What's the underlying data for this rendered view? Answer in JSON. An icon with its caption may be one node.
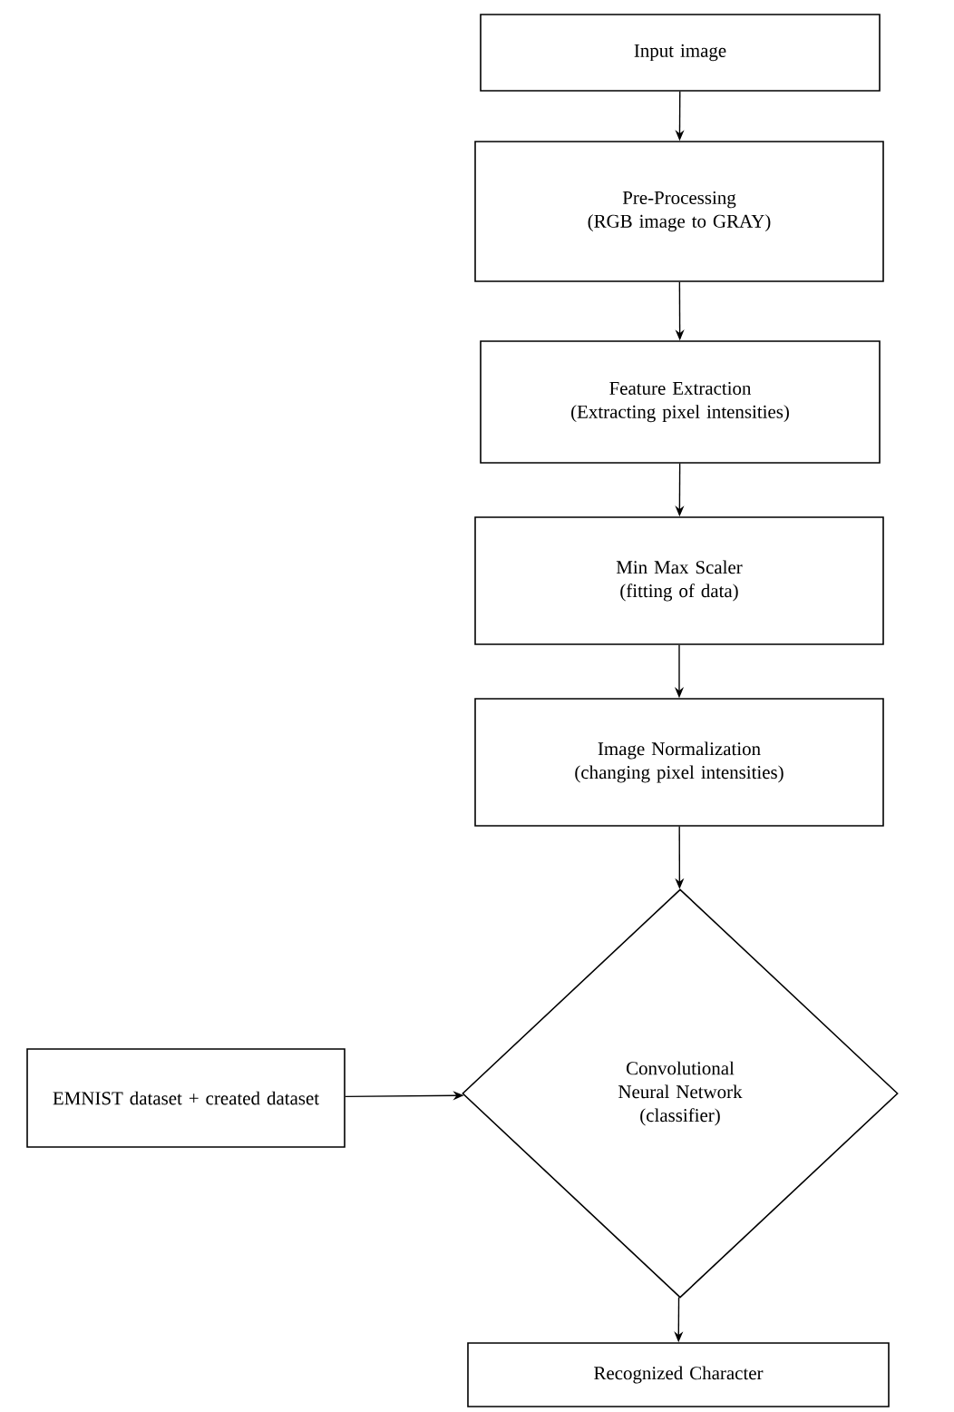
{
  "diagram": {
    "nodes": [
      {
        "text": [
          "Input image"
        ]
      },
      {
        "text": [
          "Pre-Processing",
          "(RGB image to GRAY)"
        ]
      },
      {
        "text": [
          "Feature Extraction",
          "(Extracting pixel intensities)"
        ]
      },
      {
        "text": [
          "Min Max Scaler",
          "(fitting of data)"
        ]
      },
      {
        "text": [
          "Image Normalization",
          "(changing pixel intensities)"
        ]
      },
      {
        "text": [
          "Convolutional Neural Network",
          "(classifier)"
        ]
      },
      {
        "text": [
          "EMNIST dataset + created dataset"
        ]
      },
      {
        "text": [
          "Recognized Character"
        ]
      }
    ],
    "edges": [
      {
        "from": 0,
        "to": 1,
        "arrow": "to"
      },
      {
        "from": 1,
        "to": 2,
        "arrow": "to"
      },
      {
        "from": 2,
        "to": 3,
        "arrow": "to"
      },
      {
        "from": 3,
        "to": 4,
        "arrow": "to"
      },
      {
        "from": 4,
        "to": 5,
        "arrow": "to"
      },
      {
        "from": 6,
        "to": 5,
        "arrow": "to"
      },
      {
        "from": 5,
        "to": 7,
        "arrow": "to"
      }
    ]
  }
}
